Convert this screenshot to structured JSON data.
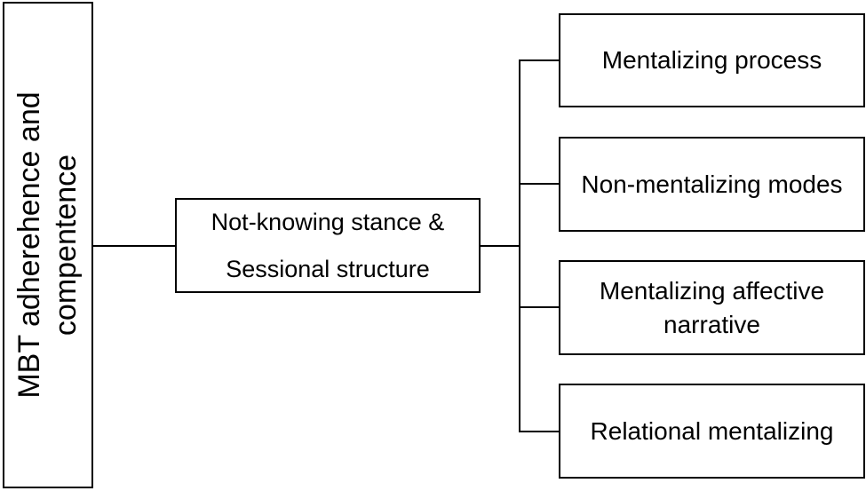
{
  "root": {
    "label": "MBT adherehence and compentence"
  },
  "middle": {
    "line1": "Not-knowing stance &",
    "line2": "Sessional structure"
  },
  "leaves": [
    {
      "lines": [
        "Mentalizing process"
      ]
    },
    {
      "lines": [
        "Non-mentalizing modes"
      ]
    },
    {
      "lines": [
        "Mentalizing affective",
        "narrative"
      ]
    },
    {
      "lines": [
        "Relational mentalizing"
      ]
    }
  ]
}
